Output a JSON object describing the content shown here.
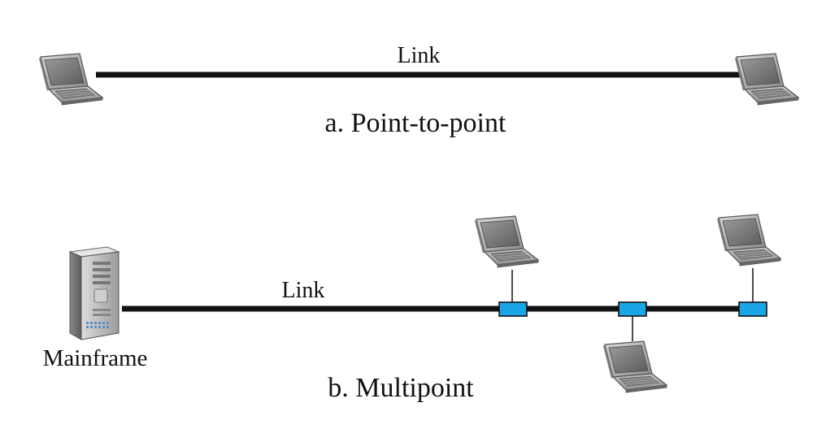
{
  "diagram": {
    "point_to_point": {
      "link_label": "Link",
      "caption": "a. Point-to-point"
    },
    "multipoint": {
      "link_label": "Link",
      "mainframe_label": "Mainframe",
      "caption": "b. Multipoint"
    }
  },
  "icons": {
    "laptop": "laptop-icon",
    "mainframe": "mainframe-server-icon",
    "connector": "tap-connector-icon"
  },
  "colors": {
    "link": "#111111",
    "connector": "#1aa6e6",
    "laptop_body": "#9a9a9a",
    "screen": "#6e6e6e"
  }
}
